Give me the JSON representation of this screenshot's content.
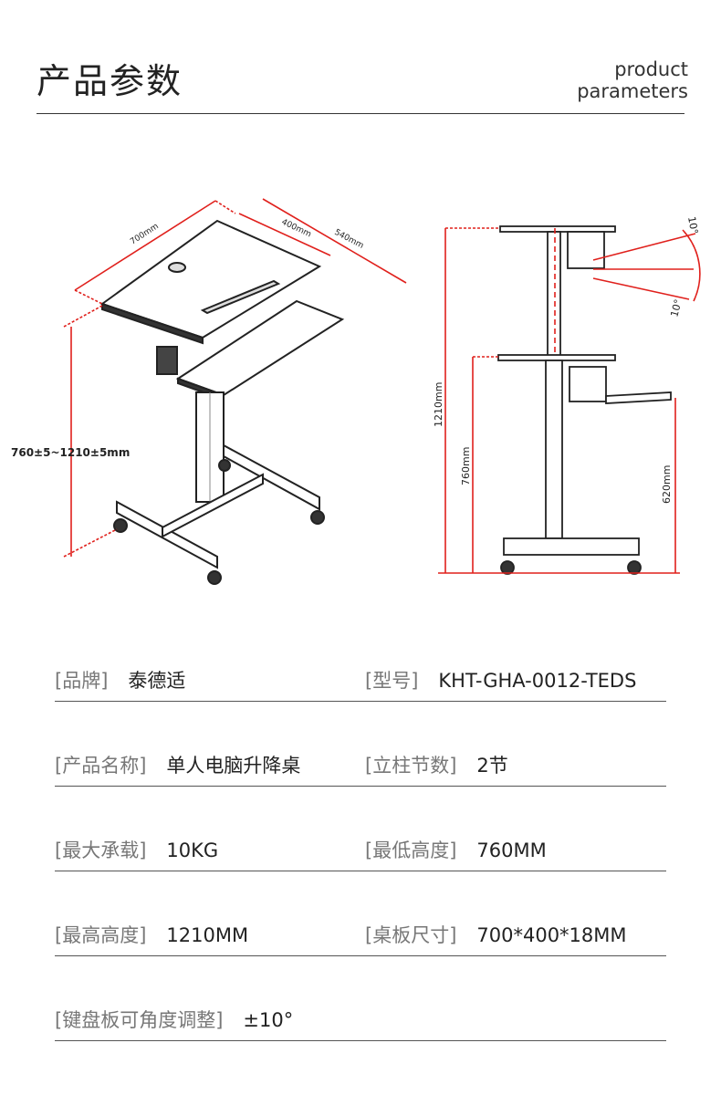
{
  "header": {
    "title_zh": "产品参数",
    "title_en_line1": "product",
    "title_en_line2": "parameters"
  },
  "diagram": {
    "dim_width": "700mm",
    "dim_depth1": "400mm",
    "dim_depth2": "540mm",
    "dim_height_range": "760±5~1210±5mm",
    "side_height_max": "1210mm",
    "side_height_min": "760mm",
    "side_keyboard": "620mm",
    "angle_up": "10°",
    "angle_down": "10°",
    "accent_color": "#e0201c"
  },
  "specs": [
    [
      {
        "label": "[品牌]",
        "value": "泰德适"
      },
      {
        "label": "[型号]",
        "value": "KHT-GHA-0012-TEDS"
      }
    ],
    [
      {
        "label": "[产品名称]",
        "value": "单人电脑升降桌"
      },
      {
        "label": "[立柱节数]",
        "value": "2节"
      }
    ],
    [
      {
        "label": "[最大承载]",
        "value": "10KG"
      },
      {
        "label": "[最低高度]",
        "value": "760MM"
      }
    ],
    [
      {
        "label": "[最高高度]",
        "value": "1210MM"
      },
      {
        "label": "[桌板尺寸]",
        "value": "700*400*18MM"
      }
    ],
    [
      {
        "label": "[键盘板可角度调整]",
        "value": "±10°"
      }
    ]
  ]
}
